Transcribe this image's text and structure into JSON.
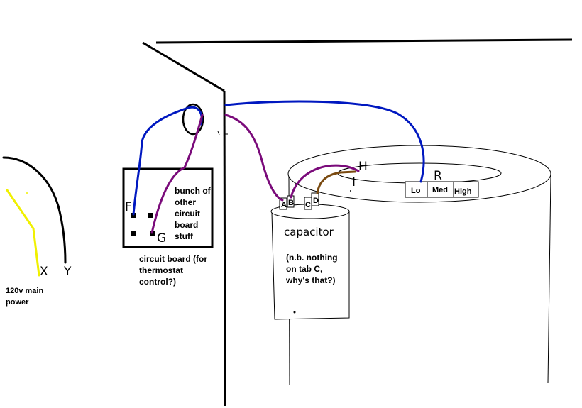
{
  "labels": {
    "F": "F",
    "G": "G",
    "H": "H",
    "I": "I",
    "R": "R",
    "X": "X",
    "Y": "Y"
  },
  "board_note": [
    "bunch of",
    "other",
    "circuit",
    "board",
    "stuff"
  ],
  "board_caption": [
    "circuit board (for",
    "thermostat",
    "control?)"
  ],
  "power_caption": [
    "120v main",
    "power"
  ],
  "capacitor": {
    "title": "capacitor",
    "note": [
      "(n.b. nothing",
      "on tab C,",
      "why's that?)"
    ],
    "tabs": [
      "A",
      "B",
      "C",
      "D"
    ]
  },
  "speed_tabs": [
    "Lo",
    "Med",
    "High"
  ],
  "colors": {
    "blue": "#0018c0",
    "purple": "#7a0a7a",
    "brown": "#7a4a10",
    "yellow": "#f0f000",
    "black": "#000000"
  }
}
